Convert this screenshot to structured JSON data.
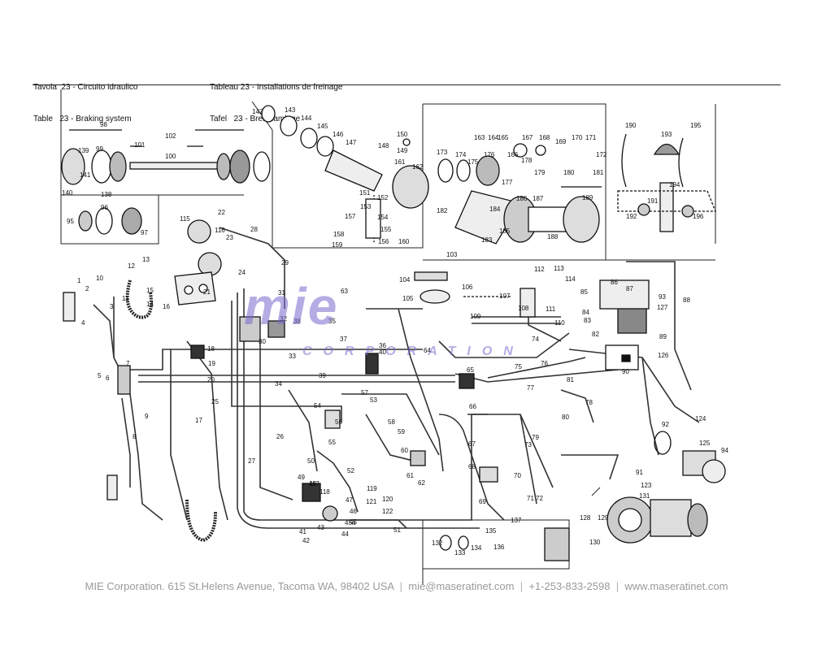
{
  "header": {
    "it_line": "Tavola  23 - Circuito idraulico",
    "en_line": "Table   23 - Braking system",
    "fr_line": "Tableau 23 - Installations de freinage",
    "de_line": "Tafel   23 - Bremsamlage"
  },
  "watermark": {
    "logo": "mie",
    "subtitle": "CORPORATION",
    "color": "#7a68ce"
  },
  "footer": {
    "address": "MIE Corporation. 615 St.Helens Avenue, Tacoma WA, 98402 USA",
    "email": "mie@maseratinet.com",
    "phone": "+1-253-833-2598",
    "web": "www.maseratinet.com",
    "separator": "|"
  },
  "diagram": {
    "part_numbers": [
      "1",
      "2",
      "3",
      "4",
      "5",
      "6",
      "7",
      "8",
      "9",
      "10",
      "11",
      "12",
      "13",
      "14",
      "15",
      "16",
      "17",
      "18",
      "19",
      "20",
      "21",
      "22",
      "23",
      "24",
      "25",
      "26",
      "27",
      "28",
      "29",
      "30",
      "31",
      "32",
      "33",
      "34",
      "35",
      "36",
      "37",
      "38",
      "39",
      "40",
      "41",
      "42",
      "43",
      "44",
      "45",
      "45a",
      "46",
      "47",
      "48",
      "49",
      "50",
      "51",
      "52",
      "53",
      "54",
      "55",
      "56",
      "57",
      "58",
      "59",
      "60",
      "61",
      "62",
      "63",
      "64",
      "65",
      "66",
      "67",
      "68",
      "69",
      "70",
      "71",
      "72",
      "73",
      "74",
      "75",
      "76",
      "77",
      "78",
      "79",
      "80",
      "81",
      "82",
      "83",
      "84",
      "85",
      "86",
      "87",
      "88",
      "89",
      "90",
      "91",
      "92",
      "93",
      "94",
      "95",
      "96",
      "97",
      "98",
      "99",
      "100",
      "101",
      "102",
      "103",
      "104",
      "105",
      "106",
      "107",
      "108",
      "109",
      "110",
      "111",
      "112",
      "113",
      "114",
      "115",
      "116",
      "117",
      "118",
      "119",
      "120",
      "121",
      "122",
      "123",
      "124",
      "125",
      "126",
      "127",
      "128",
      "129",
      "130",
      "131",
      "132",
      "133",
      "134",
      "135",
      "136",
      "137",
      "138",
      "139",
      "140",
      "141",
      "142",
      "143",
      "144",
      "145",
      "146",
      "147",
      "148",
      "149",
      "150",
      "151",
      "152",
      "153",
      "154",
      "155",
      "156",
      "157",
      "158",
      "159",
      "160",
      "161",
      "162",
      "163",
      "164",
      "165",
      "166",
      "167",
      "168",
      "169",
      "170",
      "171",
      "172",
      "173",
      "174",
      "175",
      "176",
      "177",
      "178",
      "179",
      "180",
      "181",
      "182",
      "183",
      "184",
      "185",
      "186",
      "187",
      "188",
      "189",
      "190",
      "191",
      "192",
      "193",
      "194",
      "195",
      "196"
    ]
  }
}
